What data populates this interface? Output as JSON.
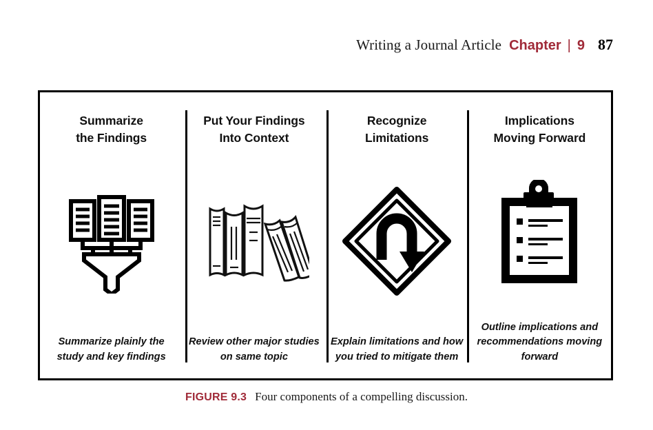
{
  "running_head": {
    "title": "Writing a Journal Article",
    "chapter_label": "Chapter",
    "separator": "|",
    "chapter_number": "9",
    "page_number": "87",
    "accent_color": "#A02A38"
  },
  "figure": {
    "panels": [
      {
        "title_line1": "Summarize",
        "title_line2": "the Findings",
        "icon": "documents-funnel-icon",
        "caption": "Summarize plainly the study and key findings"
      },
      {
        "title_line1": "Put Your Findings",
        "title_line2": "Into Context",
        "icon": "books-icon",
        "caption": "Review other major studies on same topic"
      },
      {
        "title_line1": "Recognize",
        "title_line2": "Limitations",
        "icon": "u-turn-sign-icon",
        "caption": "Explain limitations and how you tried to mitigate them"
      },
      {
        "title_line1": "Implications",
        "title_line2": "Moving Forward",
        "icon": "clipboard-checklist-icon",
        "caption": "Outline implications and recommendations moving forward"
      }
    ]
  },
  "caption": {
    "label": "FIGURE 9.3",
    "text": "Four components of a compelling discussion."
  }
}
